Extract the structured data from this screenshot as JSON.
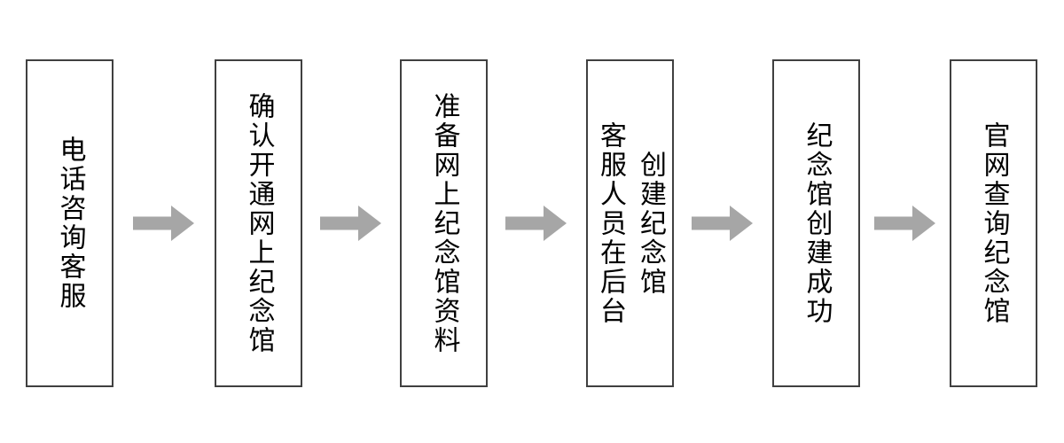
{
  "flow": {
    "title": "memorial-hall-creation-process",
    "steps": [
      {
        "lines": [
          "电话咨询客服"
        ]
      },
      {
        "lines": [
          "确认开通网上纪念馆"
        ]
      },
      {
        "lines": [
          "准备网上纪念馆资料"
        ]
      },
      {
        "lines": [
          "客服人员在后台",
          "创建纪念馆"
        ]
      },
      {
        "lines": [
          "纪念馆创建成功"
        ]
      },
      {
        "lines": [
          "官网查询纪念馆"
        ]
      }
    ],
    "connector": "right-arrow",
    "colors": {
      "border": "#404040",
      "arrow": "#a6a6a6",
      "text": "#000000",
      "background": "#ffffff"
    }
  }
}
